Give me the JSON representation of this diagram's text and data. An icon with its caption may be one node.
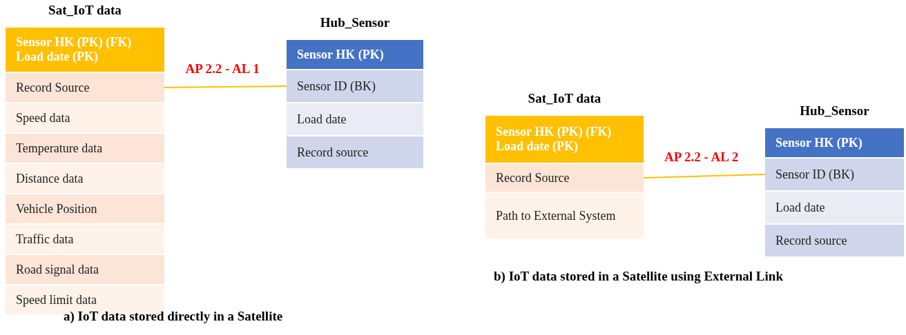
{
  "diagram": {
    "nodes": [
      {
        "text": [
          "Sat_IoT data"
        ]
      },
      {
        "text": [
          "Sensor HK (PK) (FK)",
          "Load date (PK)"
        ],
        "in": 0
      },
      {
        "text": [
          "Record Source"
        ],
        "in": 0
      },
      {
        "text": [
          "Speed data"
        ],
        "in": 0
      },
      {
        "text": [
          "Temperature data"
        ],
        "in": 0
      },
      {
        "text": [
          "Distance data"
        ],
        "in": 0
      },
      {
        "text": [
          "Vehicle Position"
        ],
        "in": 0
      },
      {
        "text": [
          "Traffic data"
        ],
        "in": 0
      },
      {
        "text": [
          "Road signal data"
        ],
        "in": 0
      },
      {
        "text": [
          "Speed limit data"
        ],
        "in": 0
      },
      {
        "text": [
          "Hub_Sensor"
        ]
      },
      {
        "text": [
          "Sensor HK (PK)"
        ],
        "in": 10
      },
      {
        "text": [
          "Sensor ID (BK)"
        ],
        "in": 10
      },
      {
        "text": [
          "Load date"
        ],
        "in": 10
      },
      {
        "text": [
          "Record source"
        ],
        "in": 10
      },
      {
        "text": [
          "Sat_IoT data"
        ]
      },
      {
        "text": [
          "Sensor HK (PK) (FK)",
          "Load date (PK)"
        ],
        "in": 15
      },
      {
        "text": [
          "Record Source"
        ],
        "in": 15
      },
      {
        "text": [
          "Path to External System"
        ],
        "in": 15
      },
      {
        "text": [
          "Hub_Sensor"
        ]
      },
      {
        "text": [
          "Sensor HK (PK)"
        ],
        "in": 19
      },
      {
        "text": [
          "Sensor ID (BK)"
        ],
        "in": 19
      },
      {
        "text": [
          "Load date"
        ],
        "in": 19
      },
      {
        "text": [
          "Record source"
        ],
        "in": 19
      }
    ],
    "edges": [
      {
        "from": 2,
        "to": 12,
        "arrow": "none",
        "label": "AP 2.2 - AL 1"
      },
      {
        "from": 17,
        "to": 21,
        "arrow": "none",
        "label": "AP 2.2 - AL 2"
      }
    ],
    "labels": [
      "a) IoT data stored directly in a Satellite",
      "b) IoT data stored in a Satellite using External Link"
    ]
  }
}
